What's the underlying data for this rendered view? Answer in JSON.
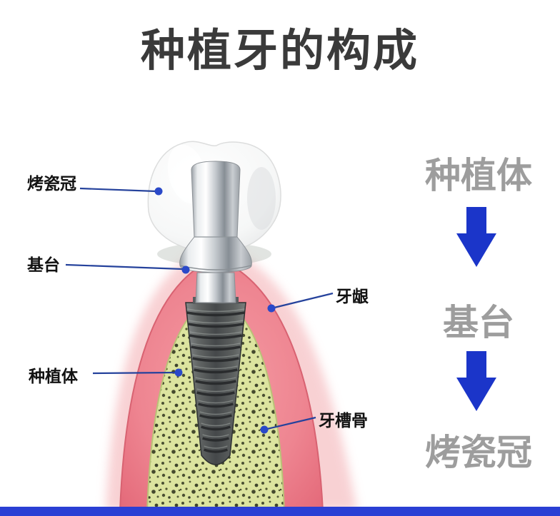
{
  "title": "种植牙的构成",
  "diagram": {
    "labels": {
      "crown": "烤瓷冠",
      "abutment": "基台",
      "implant": "种植体",
      "gum": "牙龈",
      "alveolar_bone": "牙槽骨"
    }
  },
  "sequence": {
    "items": [
      {
        "label": "种植体"
      },
      {
        "label": "基台"
      },
      {
        "label": "烤瓷冠"
      }
    ]
  },
  "colors": {
    "title": "#3a3a3a",
    "label_text": "#121212",
    "leader_line": "#25429c",
    "leader_dot": "#2a49c9",
    "sequence_text": "#9d9d9d",
    "arrow": "#1b35c9",
    "bottom_bar": "#2a3fd4",
    "gum": "#ee8490",
    "bone": "#dce49f",
    "implant_metal": "#45484a",
    "abutment_metal": "#c3c8cd",
    "crown": "#f6f7f7"
  }
}
